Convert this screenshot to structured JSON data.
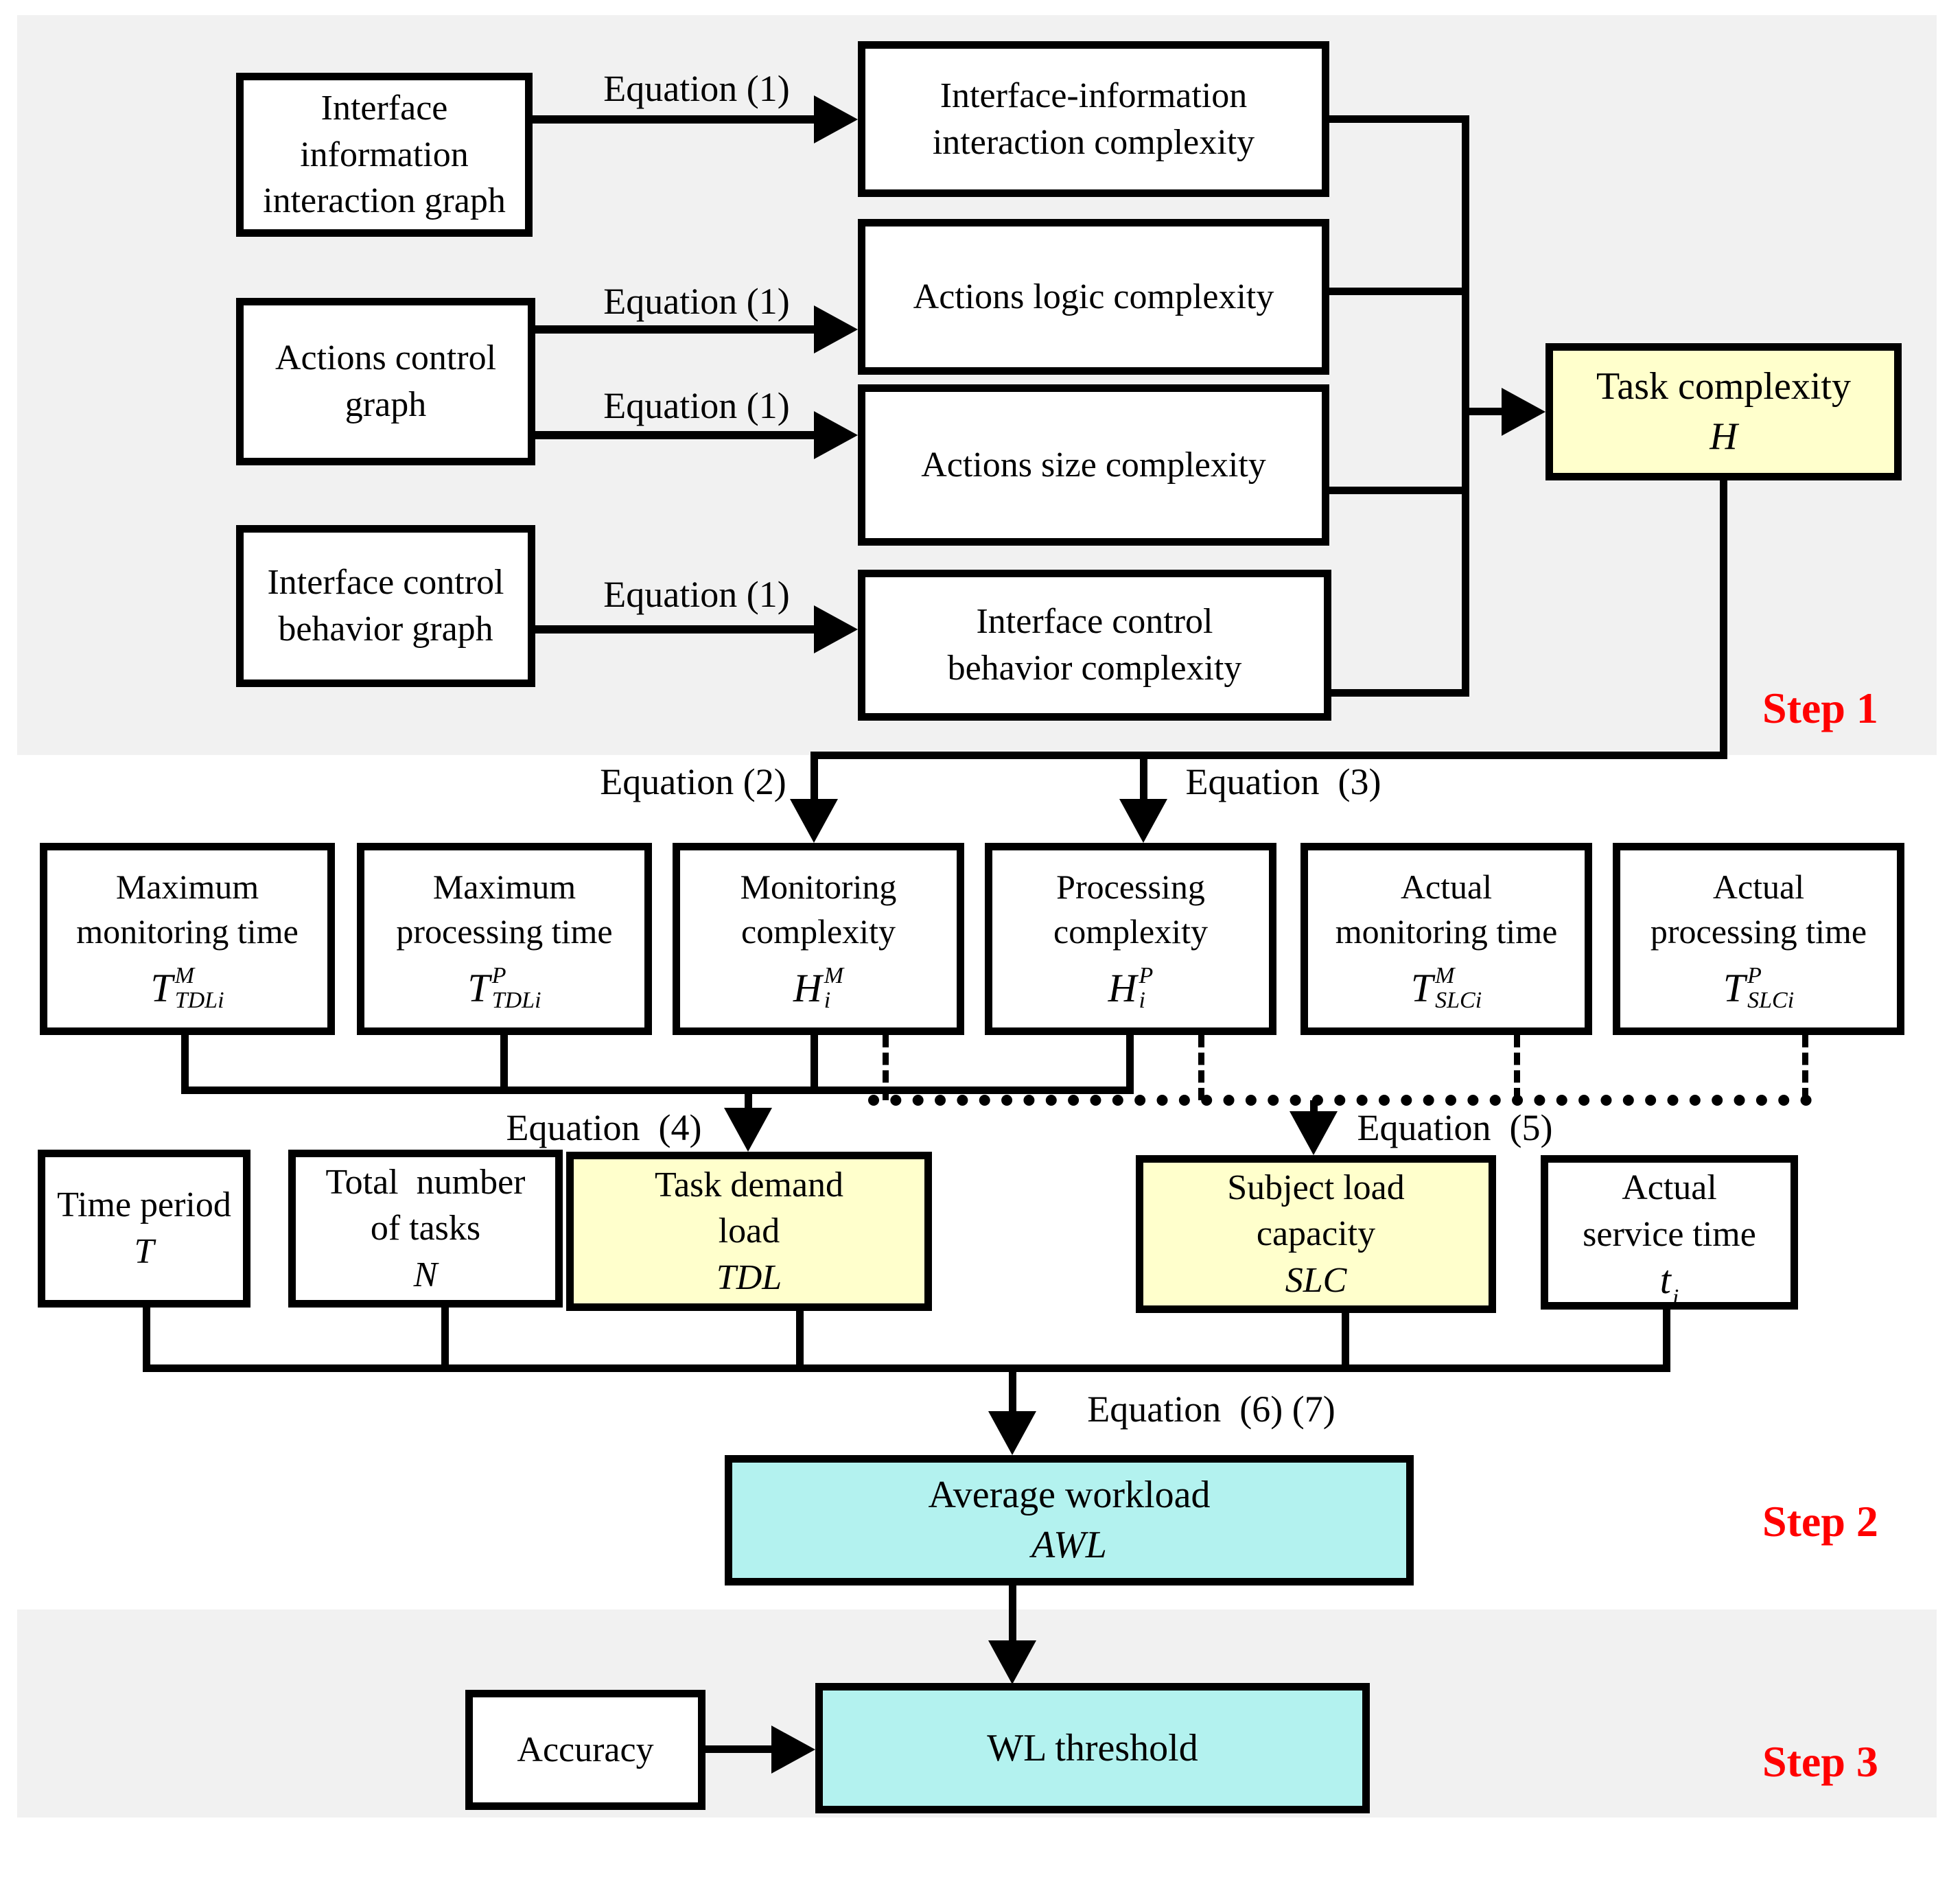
{
  "colors": {
    "band_gray": "#F1F1F1",
    "highlight_yellow": "#FFFFCC",
    "highlight_cyan": "#B3F2EF",
    "step_label_red": "#FF0000",
    "line_black": "#000000"
  },
  "step1": {
    "label": "Step 1",
    "input_boxes": [
      {
        "lines": [
          "Interface",
          "information",
          "interaction graph"
        ]
      },
      {
        "lines": [
          "Actions control",
          "graph"
        ]
      },
      {
        "lines": [
          "Interface control",
          "behavior graph"
        ]
      }
    ],
    "equation_labels": [
      "Equation (1)",
      "Equation (1)",
      "Equation (1)",
      "Equation (1)"
    ],
    "complexity_boxes": [
      {
        "lines": [
          "Interface-information",
          "interaction complexity"
        ]
      },
      {
        "lines": [
          "Actions logic complexity"
        ]
      },
      {
        "lines": [
          "Actions size complexity"
        ]
      },
      {
        "lines": [
          "Interface control",
          "behavior complexity"
        ]
      }
    ],
    "task_complexity": {
      "title": "Task complexity",
      "symbol": "H"
    }
  },
  "step2": {
    "label": "Step 2",
    "equation2": "Equation (2)",
    "equation3": "Equation  (3)",
    "equation4": "Equation  (4)",
    "equation5": "Equation  (5)",
    "equation67": "Equation  (6) (7)",
    "factor_boxes": [
      {
        "lines": [
          "Maximum",
          "monitoring time"
        ],
        "math": {
          "base": "T",
          "sup": "M",
          "sub": "TDLi"
        }
      },
      {
        "lines": [
          "Maximum",
          "processing time"
        ],
        "math": {
          "base": "T",
          "sup": "P",
          "sub": "TDLi"
        }
      },
      {
        "lines": [
          "Monitoring",
          "complexity"
        ],
        "math": {
          "base": "H",
          "sup": "M",
          "sub": "i"
        }
      },
      {
        "lines": [
          "Processing",
          "complexity"
        ],
        "math": {
          "base": "H",
          "sup": "P",
          "sub": "i"
        }
      },
      {
        "lines": [
          "Actual",
          "monitoring time"
        ],
        "math": {
          "base": "T",
          "sup": "M",
          "sub": "SLCi"
        }
      },
      {
        "lines": [
          "Actual",
          "processing time"
        ],
        "math": {
          "base": "T",
          "sup": "P",
          "sub": "SLCi"
        }
      }
    ],
    "load_boxes": {
      "time_period": {
        "lines": [
          "Time period"
        ],
        "symbol": "T"
      },
      "total_tasks": {
        "lines": [
          "Total  number",
          "of tasks"
        ],
        "symbol": "N"
      },
      "tdl": {
        "lines": [
          "Task demand",
          "load"
        ],
        "symbol": "TDL"
      },
      "slc": {
        "lines": [
          "Subject load",
          "capacity"
        ],
        "symbol": "SLC"
      },
      "service_time": {
        "lines": [
          "Actual",
          "service time"
        ],
        "math": {
          "base": "t",
          "sub": "i"
        }
      }
    },
    "awl": {
      "title": "Average workload",
      "symbol": "AWL"
    }
  },
  "step3": {
    "label": "Step 3",
    "accuracy": {
      "label": "Accuracy"
    },
    "wl_threshold": {
      "label": "WL threshold"
    }
  }
}
